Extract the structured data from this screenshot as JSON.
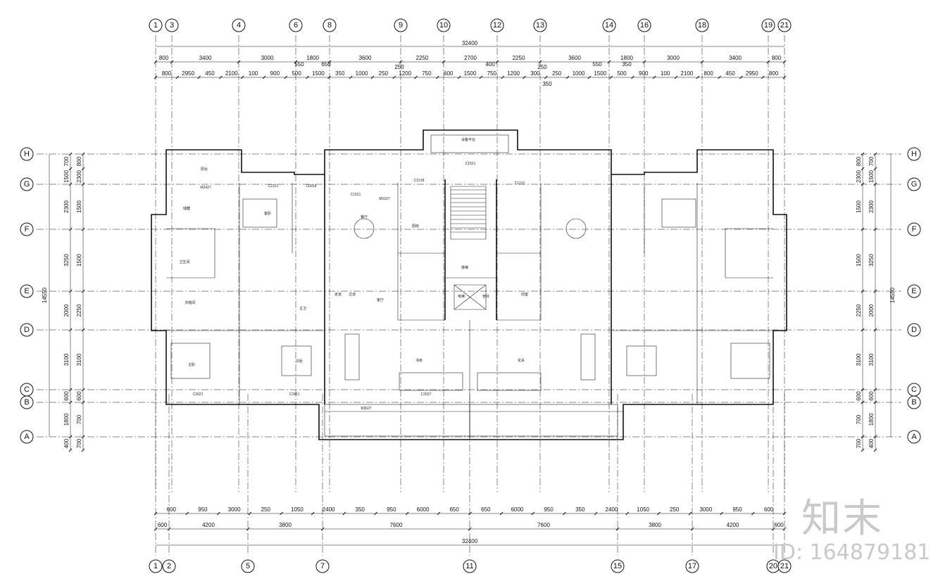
{
  "axes": {
    "top": [
      "1",
      "3",
      "4",
      "6",
      "8",
      "9",
      "10",
      "12",
      "13",
      "14",
      "16",
      "18",
      "19",
      "21"
    ],
    "bottom": [
      "1",
      "2",
      "5",
      "7",
      "11",
      "15",
      "17",
      "20",
      "21"
    ],
    "rows": [
      "H",
      "G",
      "F",
      "E",
      "D",
      "C",
      "B",
      "A"
    ]
  },
  "dims": {
    "top_total": "32400",
    "top_row1": [
      "800",
      "3400",
      "3000",
      "1800",
      "3600",
      "2250",
      "2700",
      "2250",
      "3600",
      "1800",
      "3000",
      "3400",
      "800"
    ],
    "top_row2": [
      "800",
      "2950",
      "450",
      "2100",
      "100",
      "900",
      "500",
      "1500",
      "350",
      "1000",
      "250",
      "1200",
      "750",
      "600",
      "1500",
      "750",
      "1200",
      "300",
      "250",
      "1000",
      "1500",
      "500",
      "900",
      "100",
      "2100",
      "800",
      "450",
      "2950",
      "800"
    ],
    "top_row3": [
      "350",
      "350"
    ],
    "top_extra": [
      "550",
      "650",
      "400",
      "550",
      "350",
      "250",
      "250"
    ],
    "bottom_total": "32400",
    "bottom_row1": [
      "600",
      "950",
      "3000",
      "250",
      "1050",
      "2400",
      "350",
      "950",
      "6000",
      "650",
      "650",
      "6000",
      "950",
      "350",
      "2400",
      "1050",
      "250",
      "3000",
      "950",
      "600"
    ],
    "bottom_row2": [
      "600",
      "4200",
      "3800",
      "7600",
      "7600",
      "3800",
      "4200",
      "600"
    ],
    "left_total": "14550",
    "left_inner": [
      "700",
      "1500",
      "2300",
      "3250",
      "2000",
      "3100",
      "600",
      "1800",
      "400"
    ],
    "left_detail": [
      "800",
      "2300",
      "1500",
      "1500",
      "2250",
      "3100",
      "600",
      "700",
      "700"
    ],
    "right_total": "14550",
    "right_inner": [
      "700",
      "1500",
      "2300",
      "3250",
      "2000",
      "3100",
      "600",
      "1800",
      "400"
    ],
    "right_detail": [
      "800",
      "2300",
      "1500",
      "1500",
      "2250",
      "3100",
      "600",
      "700",
      "700"
    ]
  },
  "rooms": {
    "labels": [
      "阳台",
      "主卧",
      "卫生间",
      "衣帽间",
      "客厅",
      "餐厅",
      "次卧",
      "厨房",
      "电梯",
      "客卧",
      "主卫",
      "过道",
      "楼梯",
      "书房",
      "玄关",
      "设备平台",
      "管井",
      "前室",
      "走道",
      "储藏"
    ],
    "windows": [
      "C1521",
      "C1218",
      "C0918",
      "C2121",
      "M2427",
      "M1027",
      "C1521",
      "M3027",
      "C3021",
      "C2421",
      "C2027",
      "C1212"
    ]
  },
  "watermark": {
    "logo": "知末",
    "id": "ID: 164879181"
  },
  "colors": {
    "line": "#111111",
    "watermark": "#c9c9c9"
  }
}
